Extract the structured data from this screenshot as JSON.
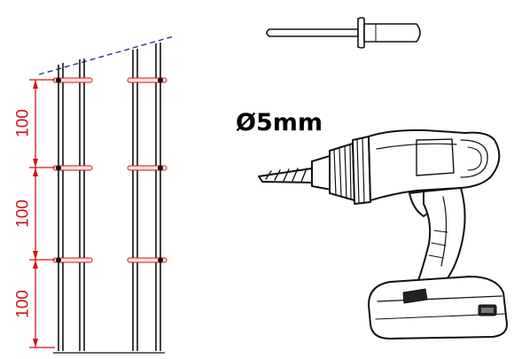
{
  "diagram": {
    "dimensions": [
      "100",
      "100",
      "100"
    ],
    "drill_bit_diameter": "Ø5mm"
  },
  "colors": {
    "dimension": "#d11414",
    "line": "#111111",
    "guide": "#2233aa"
  },
  "icons": {
    "rivet": "rivet-icon",
    "drill": "cordless-drill-icon"
  }
}
